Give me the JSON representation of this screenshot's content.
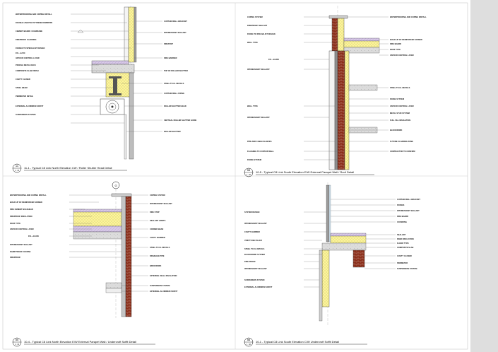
{
  "sheet": {
    "background": "#ffffff",
    "side_strip_color": "#dedede",
    "colors": {
      "insulation": "#fff799",
      "brick": "#8b2e1a",
      "brick_mortar": "#c8a090",
      "membrane": "#d8c8e8",
      "concrete": "#d9d9d9",
      "leader": "#555555",
      "gridline": "#999999"
    }
  },
  "details": [
    {
      "number": "11",
      "scale": "1 : 10",
      "title": "11-1 - Typical C8 Link North Elevation CW / Roller Shutter Head Detail",
      "grid_marker": "",
      "left_labels": [
        "WATERPROOFING AND COPING INSTALL",
        "DOUBLE LINE POLYSTYRENE DOWNPIPE",
        "CEMENT BOARD / SUBFRAME",
        "FIREPROOF CLADDING",
        "FIXINGS TO SPECIALIST DESIGN",
        "FFL +3.700",
        "VAPOUR CONTROL LAYER",
        "PROFILE METAL DECK",
        "COMPOSITE SLAB FINISH",
        "CAVITY CLOSER",
        "STEEL BEAM",
        "PERIMETER DETAIL",
        "EXTERNAL ALUMINIUM SOFFIT",
        "SUSPENSION SYSTEM"
      ],
      "right_labels": [
        "CURTAIN WALL BRACKET",
        "INTUMESCENT SEALANT",
        "FIRESTOP",
        "FIRE BARRIER",
        "TOP OF ROLLER SHUTTER",
        "STEEL TO CL DETAILS",
        "CURTAIN WALL FIXING",
        "ROLLER SHUTTER HEAD",
        "VERTICAL ROLLER SHUTTER GUIDE",
        "ROLLER SHUTTER"
      ]
    },
    {
      "number": "55",
      "scale": "1 : 10",
      "title": "10-5 - Typical C8 Link South Elevation E/W External Parapet Wall / Roof Detail",
      "grid_marker": "",
      "left_labels": [
        "COPING SYSTEM",
        "FIREPROOF SEALANT",
        "FIXING TO SPECIALIST DESIGN",
        "WALL TYPE",
        "FFL +10.800",
        "INTUMESCENT SEALANT",
        "WALL TYPE",
        "INTUMESCENT SEALANT",
        "PIPE AND CABLE SLEEVES",
        "FLASHING TO CURTAIN WALL",
        "FIXING SYSTEM"
      ],
      "right_labels": [
        "WATERPROOFING AND COPING INSTALL",
        "BUILD UP OF REINFORCED SCREED",
        "FIRE BOARD",
        "ROOF TYPE",
        "VAPOUR CONTROL LAYER",
        "STEEL TO CL DETAILS",
        "FIXING SYSTEM",
        "VAPOUR CONTROL LAYER",
        "METAL STUD SYSTEM",
        "FULL FILL INSULATION",
        "BLOCKWORK",
        "FUTURE CLADDING ZONE",
        "CONTRACTOR TO CONFIRM"
      ]
    },
    {
      "number": "50",
      "scale": "1 : 10",
      "title": "10-4 - Typical C8 Link North Elevation E/W External Parapet Wall / Undercroft Soffit Detail",
      "grid_marker": "G",
      "left_labels": [
        "WATERPROOFING AND COPING INSTALL",
        "BUILD UP OF REINFORCED SCREED",
        "FIRE CEMENT BULKHEAD",
        "FIREPROOF INSULATION",
        "ROOF TYPE",
        "VAPOUR CONTROL LAYER",
        "FFL +10.050",
        "INTUMESCENT SEALANT",
        "DAMP PROOF COURSE",
        "FIREPROOF"
      ],
      "right_labels": [
        "COPING SYSTEM",
        "INTUMESCENT SEALANT",
        "FIRE STOP",
        "SEALANT JOINTS",
        "CORNER BEAD",
        "CAVITY BARRIER",
        "STEEL TO CL DETAILS",
        "DRAINAGE PIPE",
        "BRICKWORK",
        "EXTERNAL WALL INSULATION",
        "SUSPENSION SYSTEM",
        "EXTERNAL ALUMINIUM SOFFIT"
      ]
    },
    {
      "number": "56",
      "scale": "1 : 10",
      "title": "10-1 - Typical C8 Link South Elevation C/W Undercroft Soffit Detail",
      "grid_marker": "",
      "left_labels": [
        "SYSTEM DESIGN",
        "INTUMESCENT SEALANT",
        "CAVITY BARRIER",
        "VOID TO BE FILLED",
        "STEEL TO CL DETAILS",
        "BLOCKWORK SYSTEM",
        "FIRE PROOF",
        "INTUMESCENT SEALANT",
        "SUSPENSION SYSTEM",
        "EXTERNAL ALUMINIUM SOFFIT"
      ],
      "right_labels": [
        "CURTAIN WALL BRACKET",
        "FIXINGS",
        "INTUMESCENT SEALANT",
        "FIRE BOARD",
        "COVERING",
        "SEALANT",
        "RIGID INSULATION",
        "FLOOR TYPE",
        "COMPOSITE SLAB",
        "CAVITY CLOSER",
        "PERIMETER",
        "SUSPENSION SYSTEM"
      ]
    }
  ]
}
